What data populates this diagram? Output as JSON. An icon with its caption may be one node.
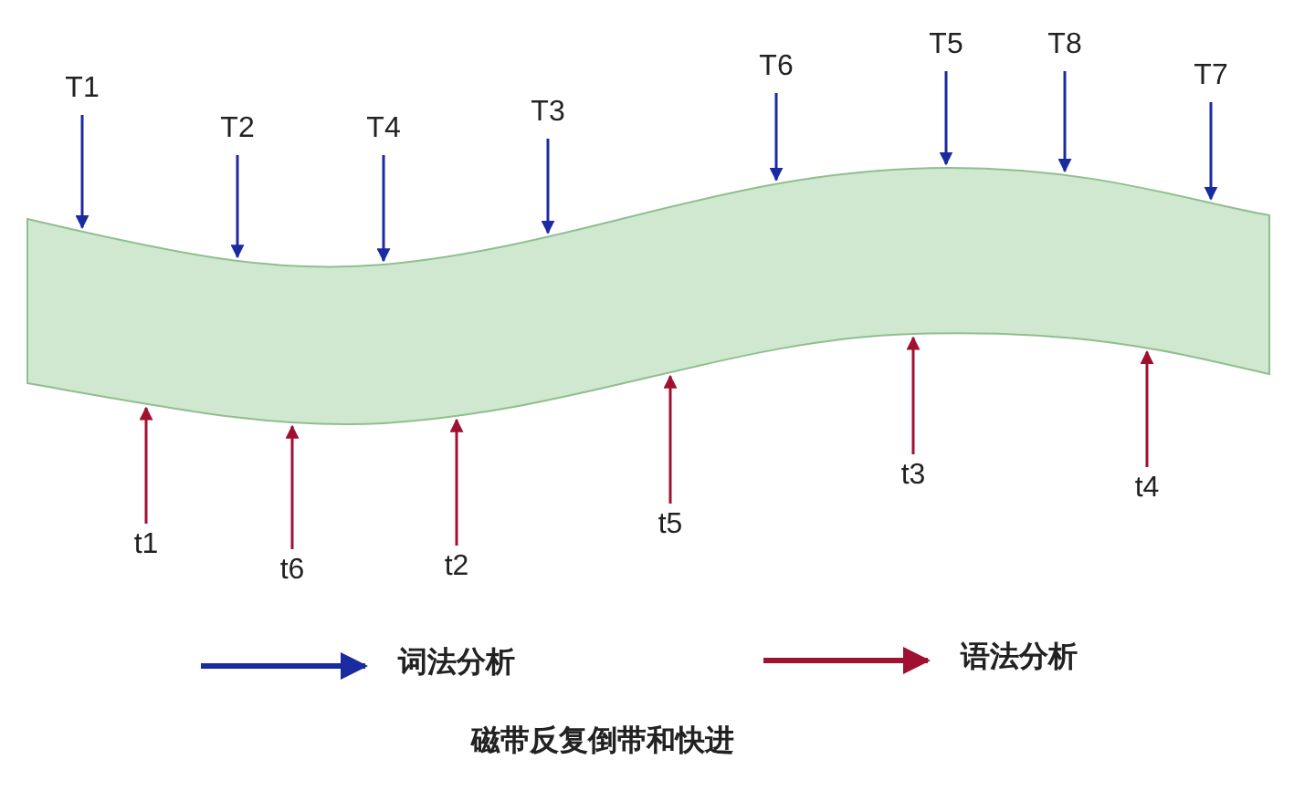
{
  "diagram": {
    "caption": "磁带反复倒带和快进",
    "nodes": [
      {
        "text": [],
        "shape": "band"
      },
      {
        "text": [
          "T1"
        ]
      },
      {
        "text": [
          "T2"
        ]
      },
      {
        "text": [
          "T4"
        ]
      },
      {
        "text": [
          "T3"
        ]
      },
      {
        "text": [
          "T6"
        ]
      },
      {
        "text": [
          "T5"
        ]
      },
      {
        "text": [
          "T8"
        ]
      },
      {
        "text": [
          "T7"
        ]
      },
      {
        "text": [
          "t1"
        ]
      },
      {
        "text": [
          "t6"
        ]
      },
      {
        "text": [
          "t2"
        ]
      },
      {
        "text": [
          "t5"
        ]
      },
      {
        "text": [
          "t3"
        ]
      },
      {
        "text": [
          "t4"
        ]
      }
    ],
    "edges": [
      {
        "from": 1,
        "to": 0,
        "arrow": "to"
      },
      {
        "from": 2,
        "to": 0,
        "arrow": "to"
      },
      {
        "from": 3,
        "to": 0,
        "arrow": "to"
      },
      {
        "from": 4,
        "to": 0,
        "arrow": "to"
      },
      {
        "from": 5,
        "to": 0,
        "arrow": "to"
      },
      {
        "from": 6,
        "to": 0,
        "arrow": "to"
      },
      {
        "from": 7,
        "to": 0,
        "arrow": "to"
      },
      {
        "from": 8,
        "to": 0,
        "arrow": "to"
      },
      {
        "from": 9,
        "to": 0,
        "arrow": "to",
        "color": "#a01030"
      },
      {
        "from": 10,
        "to": 0,
        "arrow": "to",
        "color": "#a01030"
      },
      {
        "from": 11,
        "to": 0,
        "arrow": "to",
        "color": "#a01030"
      },
      {
        "from": 12,
        "to": 0,
        "arrow": "to",
        "color": "#a01030"
      },
      {
        "from": 13,
        "to": 0,
        "arrow": "to",
        "color": "#a01030"
      },
      {
        "from": 14,
        "to": 0,
        "arrow": "to",
        "color": "#a01030"
      }
    ],
    "legend": [
      {
        "text": "词法分析"
      },
      {
        "text": "语法分析"
      }
    ]
  }
}
